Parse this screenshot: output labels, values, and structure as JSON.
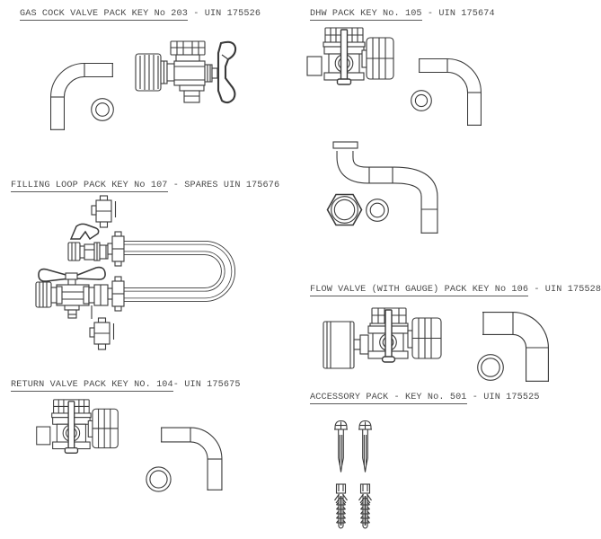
{
  "page": {
    "background": "#ffffff",
    "line_color": "#3a3a3a",
    "text_color": "#4a4a4a"
  },
  "sections": [
    {
      "title_main": "GAS COCK VALVE PACK KEY No 203",
      "title_suffix": " - UIN 175526",
      "parts": [
        "gas-cock-valve-with-tee-handle",
        "pipe-elbow",
        "washer"
      ]
    },
    {
      "title_main": "DHW PACK KEY No. 105",
      "title_suffix": " - UIN 175674",
      "parts": [
        "dhw-valve-with-lever",
        "washer",
        "pipe-elbow",
        "offset-pipe-with-flange",
        "hex-nut",
        "washer"
      ]
    },
    {
      "title_main": "FILLING LOOP PACK KEY No 107",
      "title_suffix": " - SPARES UIN 175676",
      "parts": [
        "double-check-fitting",
        "small-lever-valve",
        "butterfly-valve",
        "flexible-loop-hose",
        "hose-union-nut",
        "hose-union-nut",
        "double-check-fitting"
      ]
    },
    {
      "title_main": "FLOW VALVE (WITH GAUGE) PACK KEY No 106",
      "title_suffix": " - UIN 175528",
      "parts": [
        "flow-valve-with-pressure-gauge",
        "pipe-elbow",
        "washer"
      ]
    },
    {
      "title_main": "RETURN VALVE PACK KEY NO. 104",
      "title_suffix": "- UIN 175675",
      "parts": [
        "return-valve-with-lever",
        "washer",
        "pipe-elbow"
      ]
    },
    {
      "title_main": "ACCESSORY PACK - KEY No. 501",
      "title_suffix": " - UIN 175525",
      "parts": [
        "screw",
        "screw",
        "wall-plug",
        "wall-plug"
      ]
    }
  ]
}
